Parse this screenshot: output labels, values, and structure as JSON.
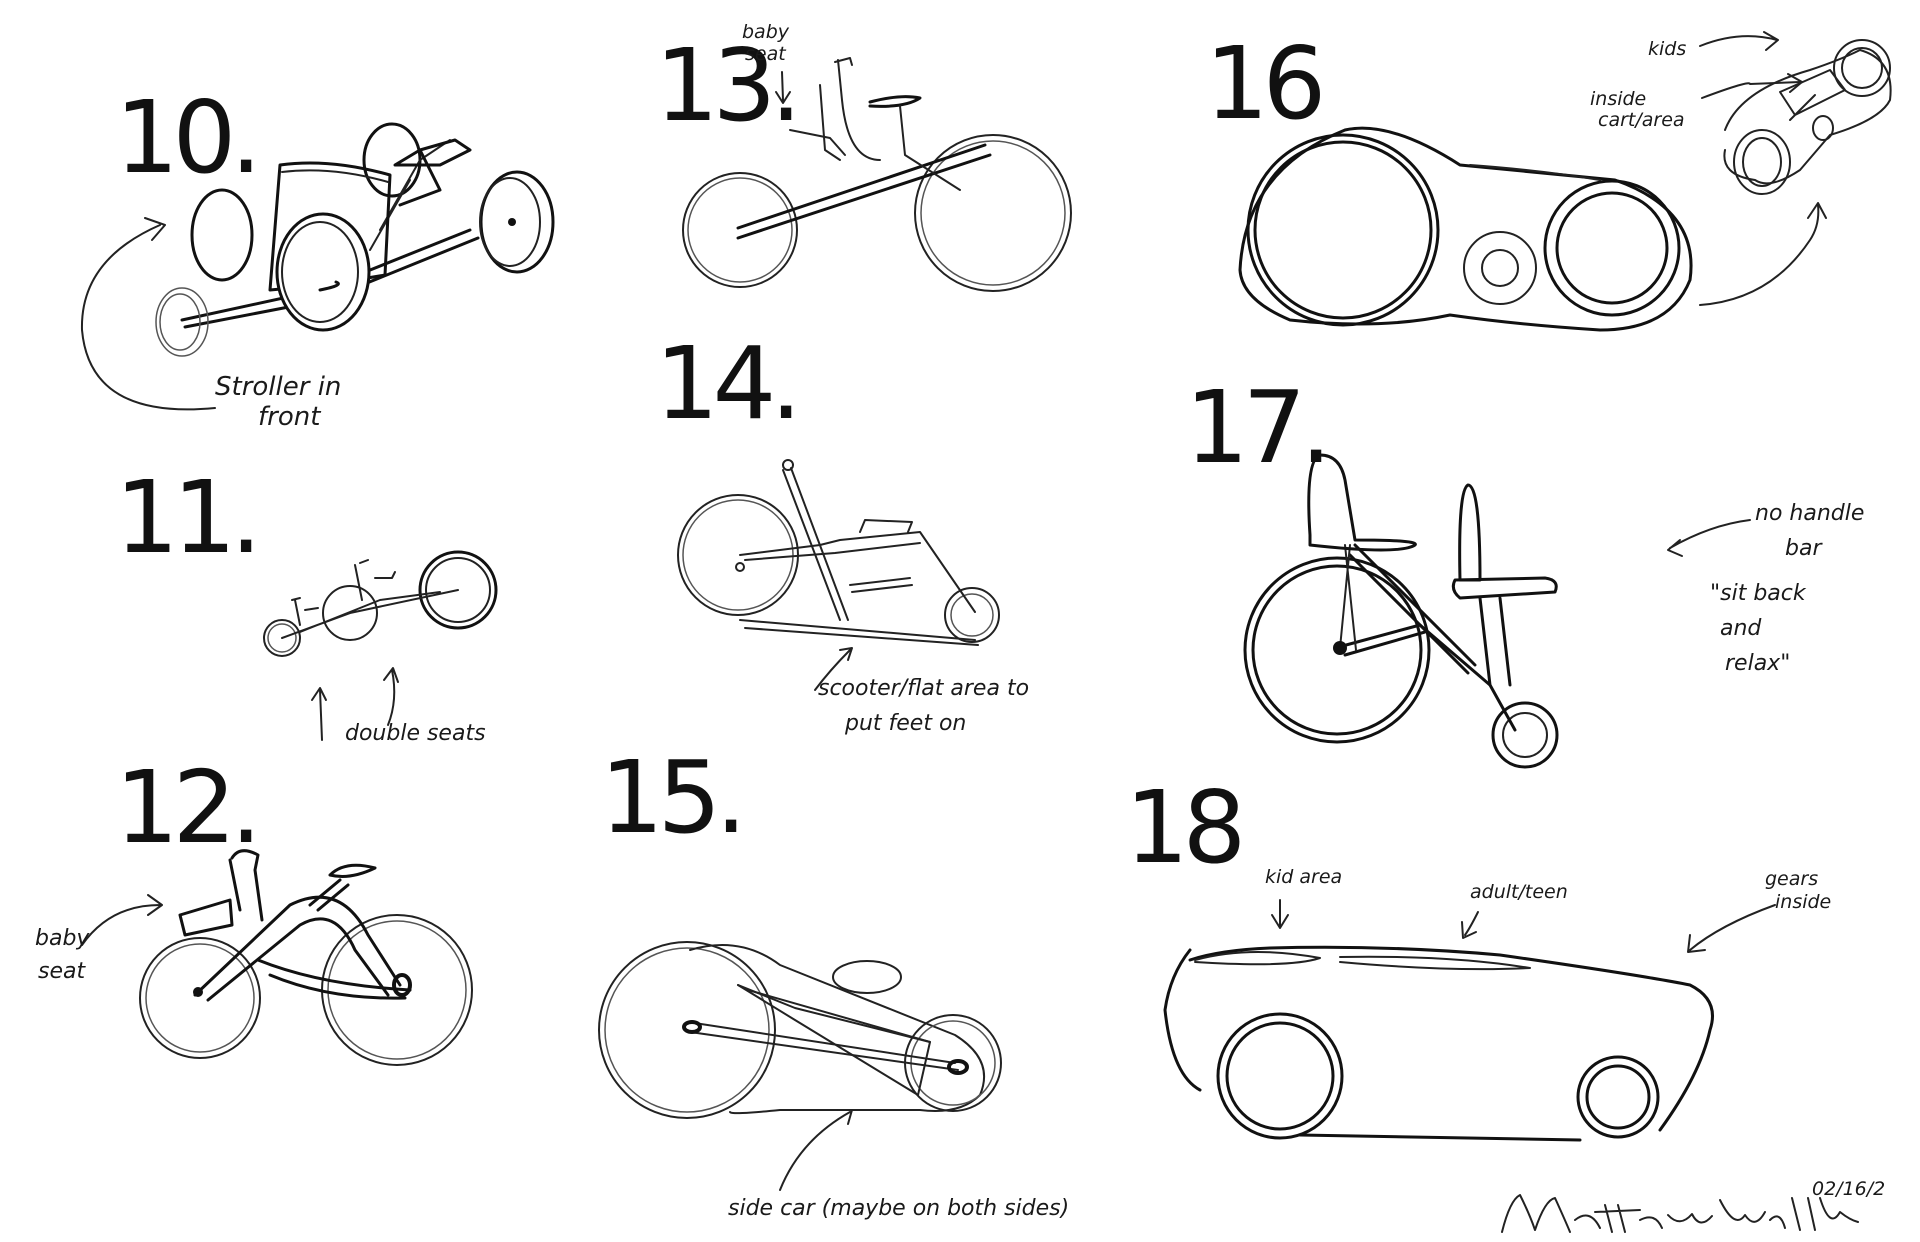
{
  "sketches": [
    {
      "id": "10",
      "number": "10.",
      "notes": [
        "Stroller in",
        "front"
      ]
    },
    {
      "id": "11",
      "number": "11.",
      "notes": [
        "double seats"
      ]
    },
    {
      "id": "12",
      "number": "12.",
      "notes": [
        "baby",
        "seat"
      ]
    },
    {
      "id": "13",
      "number": "13.",
      "notes": [
        "baby",
        "seat"
      ]
    },
    {
      "id": "14",
      "number": "14.",
      "notes": [
        "scooter/flat area to",
        "put feet on"
      ]
    },
    {
      "id": "15",
      "number": "15.",
      "notes": [
        "side car (maybe on both sides)"
      ]
    },
    {
      "id": "16",
      "number": "16",
      "notes": [
        "kids",
        "inside",
        "cart/area"
      ]
    },
    {
      "id": "17",
      "number": "17.",
      "notes": [
        "no handle",
        "bar",
        "\"sit back",
        "and",
        "relax\""
      ]
    },
    {
      "id": "18",
      "number": "18",
      "notes": [
        "kid area",
        "adult/teen",
        "gears",
        "inside"
      ]
    }
  ],
  "signature": {
    "name": "Matthew Wallbe",
    "date": "02/16/2"
  },
  "colors": {
    "ink": "#111111",
    "paper": "#ffffff"
  }
}
